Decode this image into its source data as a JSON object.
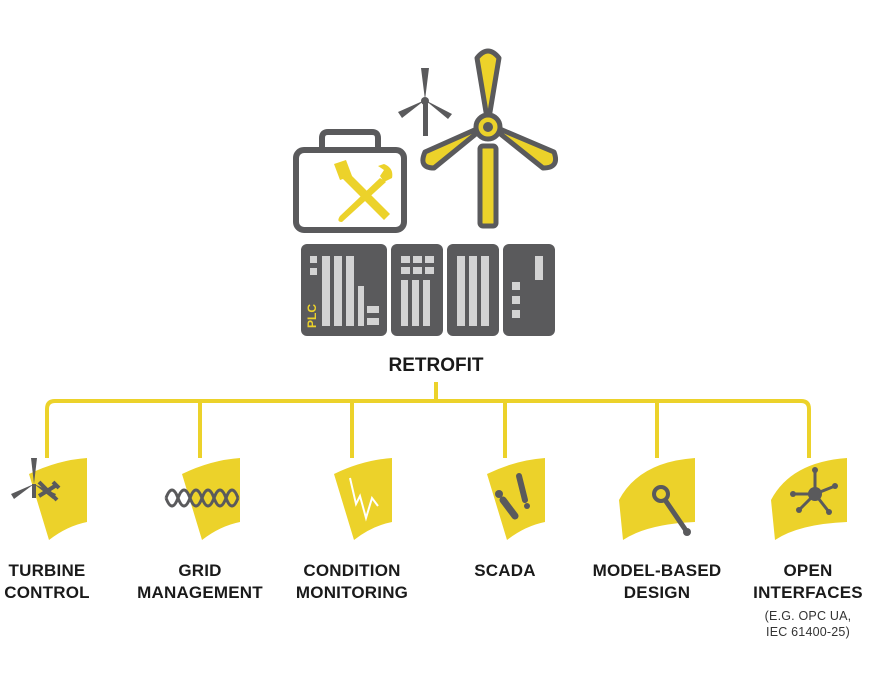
{
  "colors": {
    "yellow": "#ecd22a",
    "gray": "#5a5a5c",
    "light": "#d3d3d3",
    "text": "#1a1a1a"
  },
  "header": {
    "plc_label": "PLC",
    "title": "RETROFIT"
  },
  "branches": [
    {
      "line1": "TURBINE",
      "line2": "CONTROL",
      "icon": "turbine-wrench-icon"
    },
    {
      "line1": "GRID",
      "line2": "MANAGEMENT",
      "icon": "sine-wave-icon"
    },
    {
      "line1": "CONDITION",
      "line2": "MONITORING",
      "icon": "pulse-line-icon"
    },
    {
      "line1": "SCADA",
      "line2": "",
      "icon": "alert-exclamation-icon"
    },
    {
      "line1": "MODEL-BASED",
      "line2": "DESIGN",
      "icon": "lever-gauge-icon"
    },
    {
      "line1": "OPEN",
      "line2": "INTERFACES",
      "note1": "(E.G. OPC UA,",
      "note2": "IEC 61400-25)",
      "icon": "network-node-icon"
    }
  ]
}
